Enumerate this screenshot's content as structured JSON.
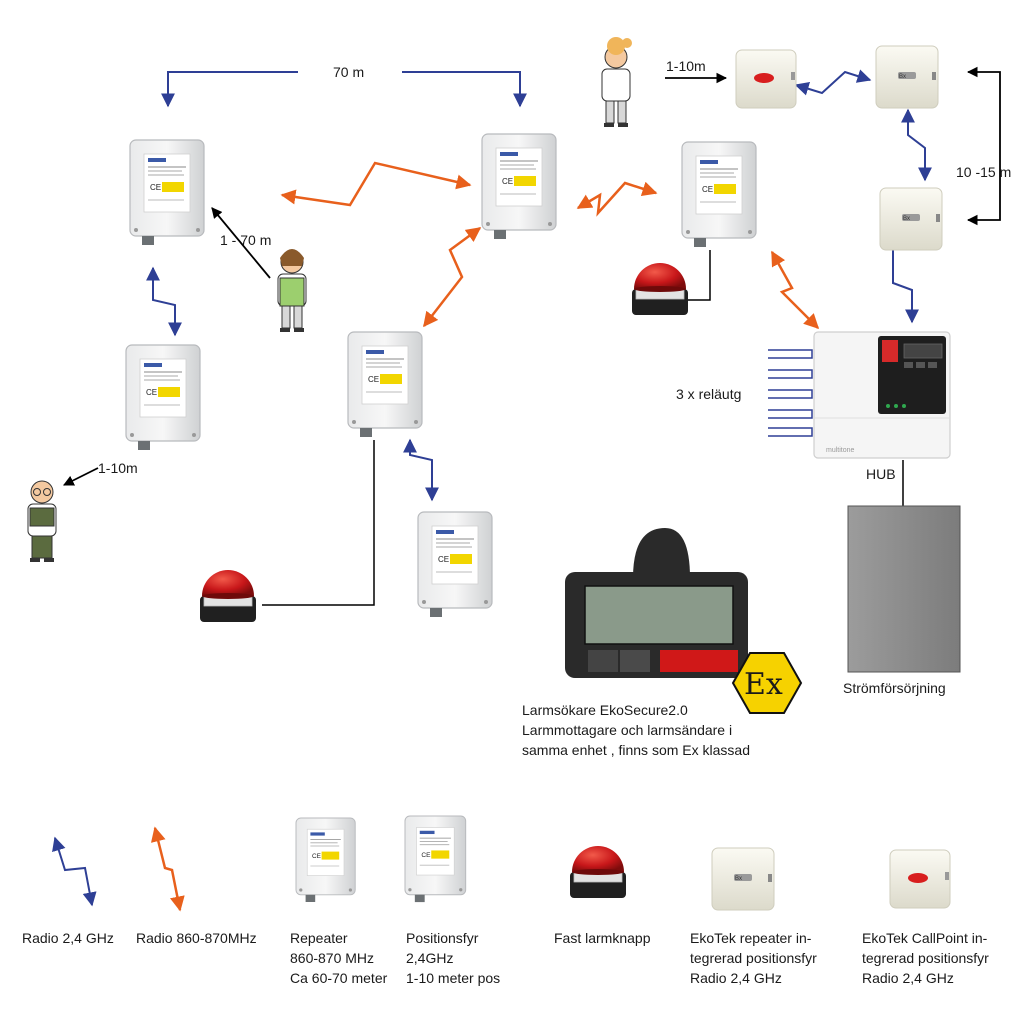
{
  "distances": {
    "top_span": "70 m",
    "person_to_beacon": "1 - 70 m",
    "doctor_to_beacon": "1-10m",
    "nurse_to_callpoint": "1-10m",
    "ekotek_vertical": "10 -15 m"
  },
  "hub": {
    "label": "HUB",
    "relay_outputs": "3 x reläutg",
    "relay_line_count": 5
  },
  "power_supply": {
    "label": "Strömförsörjning"
  },
  "pager": {
    "caption": [
      "Larmsökare EkoSecure2.0",
      "Larmmottagare och  larmsändare i",
      "samma enhet , finns som Ex klassad"
    ],
    "ex_mark": "Ex"
  },
  "legend": [
    {
      "id": "radio24",
      "lines": [
        "Radio 2,4 GHz"
      ]
    },
    {
      "id": "radio868",
      "lines": [
        "Radio 860-870MHz"
      ]
    },
    {
      "id": "repeater",
      "lines": [
        "Repeater",
        "860-870 MHz",
        "Ca 60-70 meter"
      ]
    },
    {
      "id": "beacon",
      "lines": [
        "Positionsfyr",
        "2,4GHz",
        "1-10 meter pos"
      ]
    },
    {
      "id": "button",
      "lines": [
        "Fast larmknapp"
      ]
    },
    {
      "id": "ekotek_repeater",
      "lines": [
        "EkoTek repeater in-",
        "tegrerad positionsfyr",
        "Radio 2,4 GHz"
      ]
    },
    {
      "id": "ekotek_callpoint",
      "lines": [
        "EkoTek CallPoint  in-",
        "tegrerad positionsfyr",
        "Radio 2,4 GHz"
      ]
    }
  ],
  "colors": {
    "radio_2_4ghz": "#2e3f95",
    "radio_868mhz": "#e8601c",
    "wired": "#000000",
    "alarm_red": "#d01818",
    "ex_yellow": "#f6d200",
    "power_gray": "#8c8c8c"
  }
}
